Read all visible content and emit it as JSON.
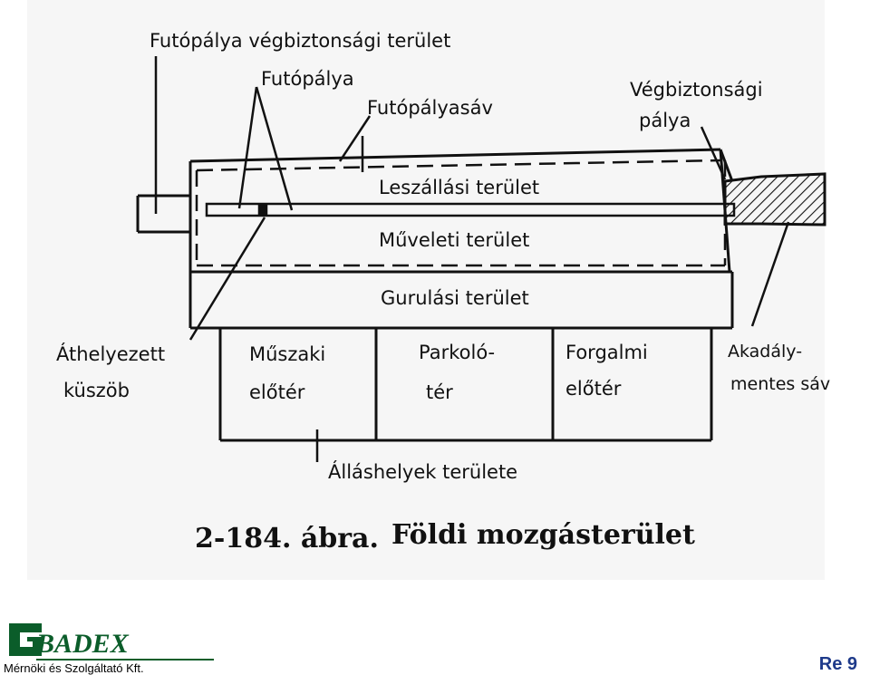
{
  "diagram": {
    "labels": {
      "runway_end_safety_area": "Futópálya végbiztonsági terület",
      "runway": "Futópálya",
      "runway_strip": "Futópályasáv",
      "end_safety_runway_line1": "Végbiztonsági",
      "end_safety_runway_line2": "pálya",
      "landing_area": "Leszállási terület",
      "operational_area": "Műveleti terület",
      "taxi_area": "Gurulási terület",
      "displaced_threshold_line1": "Áthelyezett",
      "displaced_threshold_line2": "küszöb",
      "technical_apron_line1": "Műszaki",
      "technical_apron_line2": "előtér",
      "parking_apron_line1": "Parkoló-",
      "parking_apron_line2": "tér",
      "traffic_apron_line1": "Forgalmi",
      "traffic_apron_line2": "előtér",
      "obstacle_free_line1": "Akadály-",
      "obstacle_free_line2": "mentes sáv",
      "stands_area": "Álláshelyek területe"
    },
    "caption_number": "2-184. ábra.",
    "caption_title": "Földi mozgásterület"
  },
  "footer": {
    "logo_text": "BADEX",
    "logo_letter": "G",
    "company": "Mérnöki és Szolgáltató Kft.",
    "page_number": "Re 9",
    "brand_color": "#0b5d2a"
  }
}
